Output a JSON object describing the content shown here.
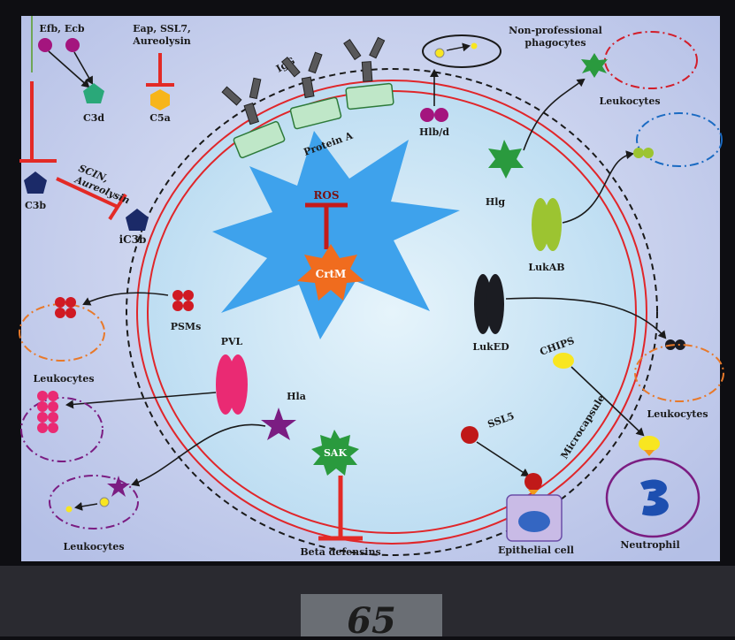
{
  "labels": {
    "efb_ecb": "Efb, Ecb",
    "eap": "Eap, SSL7,",
    "aureolysin_top": "Aureolysin",
    "c3d": "C3d",
    "c5a": "C5a",
    "igg": "IgG",
    "protein_a": "Protein A",
    "hlb": "Hlb/d",
    "nonpro_1": "Non-professional",
    "nonpro_2": "phagocytes",
    "leuk_top": "Leukocytes",
    "c3b": "C3b",
    "scin_1": "SCIN,",
    "scin_2": "Aureolysin",
    "ic3b": "iC3b",
    "ros": "ROS",
    "crtm": "CrtM",
    "hlg": "Hlg",
    "lukab": "LukAB",
    "psms": "PSMs",
    "leuk_left_1": "Leukocytes",
    "pvl": "PVL",
    "luked": "LukED",
    "chips": "CHIPS",
    "leuk_right": "Leukocytes",
    "hla": "Hla",
    "sak": "SAK",
    "ssl5": "SSL5",
    "microcapsule": "Microcapsule",
    "leuk_bottom": "Leukocytes",
    "beta_def": "Beta defensins",
    "epithelial": "Epithelial cell",
    "neutrophil": "Neutrophil",
    "page_number": "65"
  },
  "colors": {
    "panel": "#c9d2ee",
    "cell": "#c8e4f4",
    "inhibit": "#e32a26",
    "ros_burst": "#3ea2ec",
    "crtm": "#f06c1e",
    "c5a": "#f7b51a",
    "c3d": "#2aa879",
    "c3b": "#1b2a68",
    "magenta": "#a4157e",
    "psm": "#d01a23",
    "pvl": "#ea2a73",
    "hla": "#7b1d82",
    "sak": "#2a9a3e",
    "lukab": "#9cc431",
    "luked": "#1b1c22",
    "chips": "#f8e621",
    "ssl5": "#c01919"
  }
}
